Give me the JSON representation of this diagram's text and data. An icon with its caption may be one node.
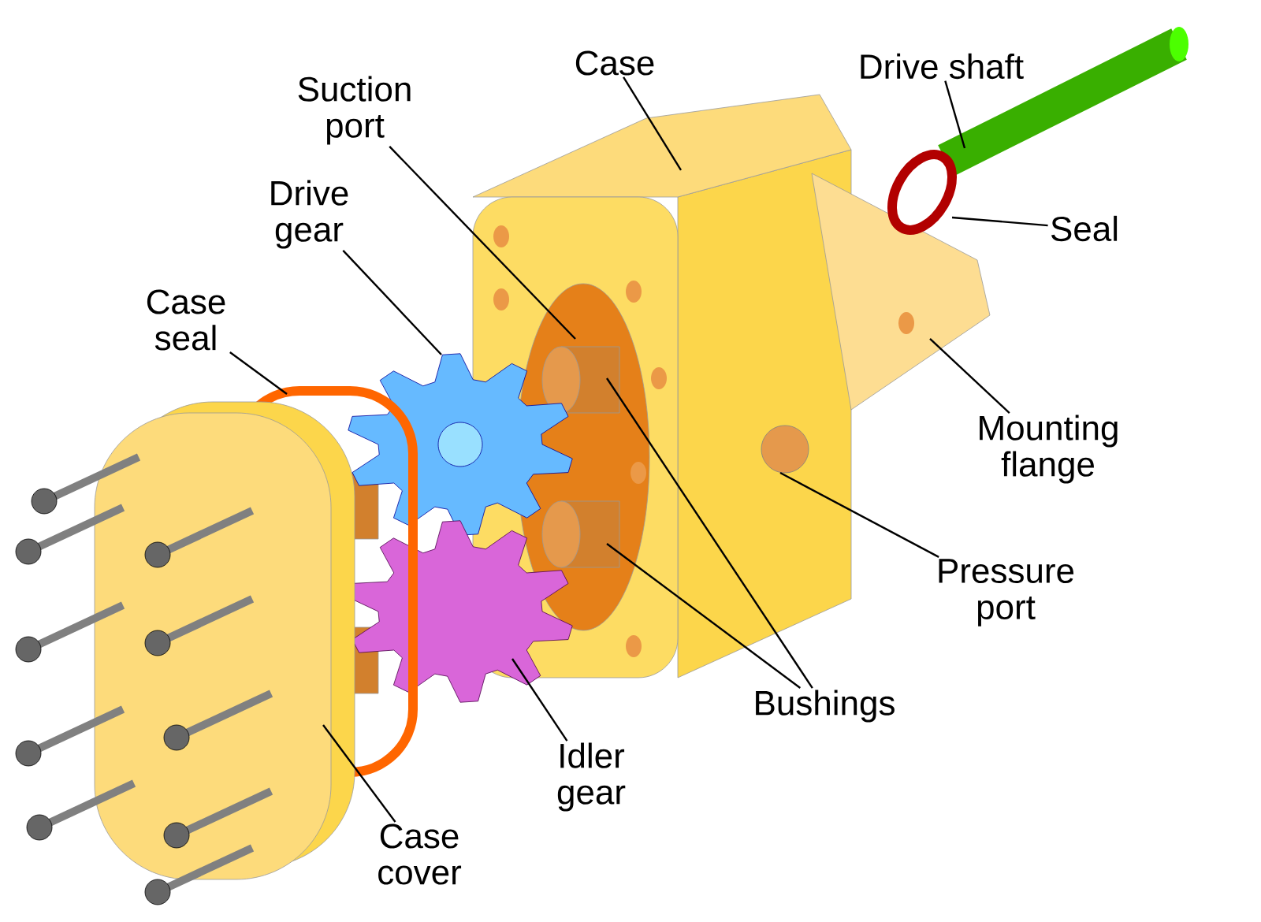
{
  "diagram": {
    "nodes": [
      {
        "text": [
          "Case"
        ]
      },
      {
        "text": [
          "Drive shaft"
        ]
      },
      {
        "text": [
          "Suction port"
        ]
      },
      {
        "text": [
          "Drive gear"
        ]
      },
      {
        "text": [
          "Seal"
        ]
      },
      {
        "text": [
          "Case seal"
        ]
      },
      {
        "text": [
          "Mounting flange"
        ]
      },
      {
        "text": [
          "Pressure port"
        ]
      },
      {
        "text": [
          "Bushings"
        ]
      },
      {
        "text": [
          "Idler gear"
        ]
      },
      {
        "text": [
          "Case cover"
        ]
      }
    ],
    "edges": [
      {
        "from": 0,
        "to": null,
        "arrow": "none"
      },
      {
        "from": 1,
        "to": null,
        "arrow": "none"
      },
      {
        "from": 4,
        "to": null,
        "arrow": "none"
      },
      {
        "from": 2,
        "to": null,
        "arrow": "none"
      },
      {
        "from": 3,
        "to": null,
        "arrow": "none"
      },
      {
        "from": 5,
        "to": null,
        "arrow": "none"
      },
      {
        "from": 6,
        "to": null,
        "arrow": "none"
      },
      {
        "from": 7,
        "to": null,
        "arrow": "none"
      },
      {
        "from": 8,
        "to": null,
        "arrow": "none"
      },
      {
        "from": 8,
        "to": null,
        "arrow": "none"
      },
      {
        "from": 9,
        "to": null,
        "arrow": "none"
      },
      {
        "from": 10,
        "to": null,
        "arrow": "none"
      }
    ]
  }
}
